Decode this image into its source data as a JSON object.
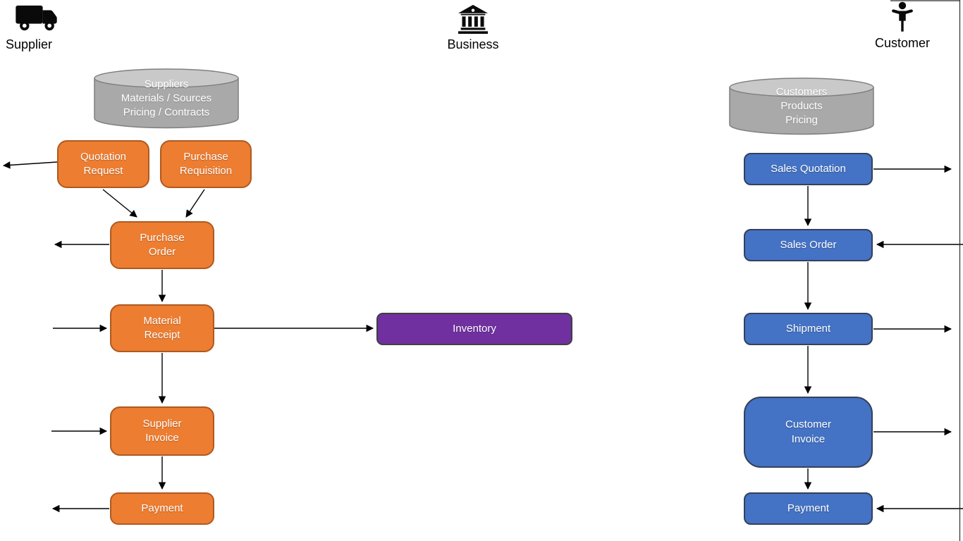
{
  "colors": {
    "procurement-fill": "#ED7D31",
    "procurement-border": "#AE5A21",
    "sales-fill": "#4472C4",
    "sales-border": "#33415C",
    "inventory-fill": "#7030A0",
    "inventory-border": "#404040",
    "db-body": "#A9A9A9",
    "db-top": "#C9C9C9",
    "db-border": "#7F7F7F",
    "arrow": "#000000"
  },
  "diagram": {
    "actors": [
      {
        "label": "Supplier",
        "icon": "truck-icon"
      },
      {
        "label": "Business",
        "icon": "bank-icon"
      },
      {
        "label": "Customer",
        "icon": "person-icon"
      }
    ],
    "databases": [
      {
        "lines": [
          "Suppliers",
          "Materials / Sources",
          "Pricing / Contracts"
        ]
      },
      {
        "lines": [
          "Customers",
          "Products",
          "Pricing"
        ]
      }
    ],
    "procurement": [
      {
        "label": "Quotation\nRequest"
      },
      {
        "label": "Purchase\nRequisition"
      },
      {
        "label": "Purchase\nOrder"
      },
      {
        "label": "Material\nReceipt"
      },
      {
        "label": "Supplier\nInvoice"
      },
      {
        "label": "Payment"
      }
    ],
    "inventory": {
      "label": "Inventory"
    },
    "sales": [
      {
        "label": "Sales Quotation"
      },
      {
        "label": "Sales Order"
      },
      {
        "label": "Shipment"
      },
      {
        "label": "Customer\nInvoice"
      },
      {
        "label": "Payment"
      }
    ]
  }
}
